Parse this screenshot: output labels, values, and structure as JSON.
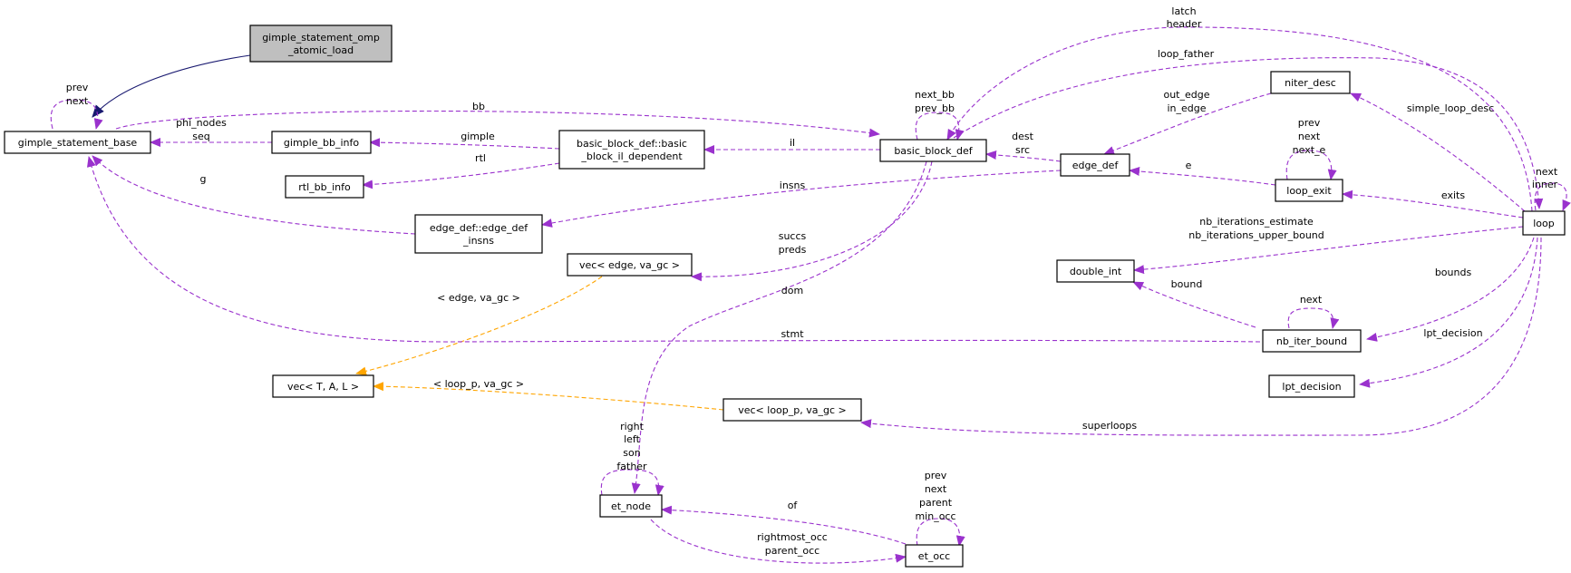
{
  "colors": {
    "usage": "#9a32cd",
    "template": "#ffa500",
    "inheritance": "#191970",
    "focus_fill": "#bfbfbf"
  },
  "nodes": [
    {
      "id": "focus",
      "lines": [
        "gimple_statement_omp",
        "_atomic_load"
      ],
      "focus": true
    },
    {
      "id": "gsb",
      "lines": [
        "gimple_statement_base"
      ]
    },
    {
      "id": "gbb",
      "lines": [
        "gimple_bb_info"
      ]
    },
    {
      "id": "rtlbb",
      "lines": [
        "rtl_bb_info"
      ]
    },
    {
      "id": "bbil",
      "lines": [
        "basic_block_def::basic",
        "_block_il_dependent"
      ]
    },
    {
      "id": "bbd",
      "lines": [
        "basic_block_def"
      ]
    },
    {
      "id": "edi",
      "lines": [
        "edge_def::edge_def",
        "_insns"
      ]
    },
    {
      "id": "vecedge",
      "lines": [
        "vec< edge, va_gc >"
      ]
    },
    {
      "id": "vectal",
      "lines": [
        "vec< T, A, L >"
      ]
    },
    {
      "id": "veclp",
      "lines": [
        "vec< loop_p, va_gc >"
      ]
    },
    {
      "id": "etnode",
      "lines": [
        "et_node"
      ]
    },
    {
      "id": "etocc",
      "lines": [
        "et_occ"
      ]
    },
    {
      "id": "edgedef",
      "lines": [
        "edge_def"
      ]
    },
    {
      "id": "niter",
      "lines": [
        "niter_desc"
      ]
    },
    {
      "id": "loopexit",
      "lines": [
        "loop_exit"
      ]
    },
    {
      "id": "dint",
      "lines": [
        "double_int"
      ]
    },
    {
      "id": "nbib",
      "lines": [
        "nb_iter_bound"
      ]
    },
    {
      "id": "lptd",
      "lines": [
        "lpt_decision"
      ]
    },
    {
      "id": "loop",
      "lines": [
        "loop"
      ]
    }
  ],
  "edges": [
    {
      "id": "inherit",
      "kind": "inheritance",
      "labels": []
    },
    {
      "id": "gsb-self",
      "kind": "usage",
      "labels": [
        "prev",
        "next"
      ]
    },
    {
      "id": "gbb-gsb",
      "kind": "usage",
      "labels": [
        "phi_nodes",
        "seq"
      ]
    },
    {
      "id": "gsb-bbd",
      "kind": "usage",
      "labels": [
        "bb"
      ]
    },
    {
      "id": "bbil-gbb",
      "kind": "usage",
      "labels": [
        "gimple"
      ]
    },
    {
      "id": "bbil-rtl",
      "kind": "usage",
      "labels": [
        "rtl"
      ]
    },
    {
      "id": "bbd-bbil",
      "kind": "usage",
      "labels": [
        "il"
      ]
    },
    {
      "id": "bbd-self",
      "kind": "usage",
      "labels": [
        "next_bb",
        "prev_bb"
      ]
    },
    {
      "id": "edi-gsb",
      "kind": "usage",
      "labels": [
        "g"
      ]
    },
    {
      "id": "edge-edi",
      "kind": "usage",
      "labels": [
        "insns"
      ]
    },
    {
      "id": "edge-bbd",
      "kind": "usage",
      "labels": [
        "dest",
        "src"
      ]
    },
    {
      "id": "bbd-vecedge",
      "kind": "usage",
      "labels": [
        "succs",
        "preds"
      ]
    },
    {
      "id": "vecedge-vectal",
      "kind": "template",
      "labels": [
        "< edge, va_gc >"
      ]
    },
    {
      "id": "veclp-vectal",
      "kind": "template",
      "labels": [
        "< loop_p, va_gc >"
      ]
    },
    {
      "id": "nbib-gsb",
      "kind": "usage",
      "labels": [
        "stmt"
      ]
    },
    {
      "id": "bbd-etnode",
      "kind": "usage",
      "labels": [
        "dom"
      ]
    },
    {
      "id": "etnode-self",
      "kind": "usage",
      "labels": [
        "right",
        "left",
        "son",
        "father"
      ]
    },
    {
      "id": "etocc-etnode",
      "kind": "usage",
      "labels": [
        "of"
      ]
    },
    {
      "id": "etnode-etocc",
      "kind": "usage",
      "labels": [
        "rightmost_occ",
        "parent_occ"
      ]
    },
    {
      "id": "etocc-self",
      "kind": "usage",
      "labels": [
        "prev",
        "next",
        "parent",
        "min_occ"
      ]
    },
    {
      "id": "niter-edge",
      "kind": "usage",
      "labels": [
        "out_edge",
        "in_edge"
      ]
    },
    {
      "id": "loopexit-edge",
      "kind": "usage",
      "labels": [
        "e"
      ]
    },
    {
      "id": "loopexit-self",
      "kind": "usage",
      "labels": [
        "prev",
        "next",
        "next_e"
      ]
    },
    {
      "id": "loop-bbd-lh",
      "kind": "usage",
      "labels": [
        "latch",
        "header"
      ]
    },
    {
      "id": "bbd-loop",
      "kind": "usage",
      "labels": [
        "loop_father"
      ]
    },
    {
      "id": "loop-niter",
      "kind": "usage",
      "labels": [
        "simple_loop_desc"
      ]
    },
    {
      "id": "loop-loopexit",
      "kind": "usage",
      "labels": [
        "exits"
      ]
    },
    {
      "id": "loop-dint",
      "kind": "usage",
      "labels": [
        "nb_iterations_estimate",
        "nb_iterations_upper_bound"
      ]
    },
    {
      "id": "nbib-dint",
      "kind": "usage",
      "labels": [
        "bound"
      ]
    },
    {
      "id": "nbib-self",
      "kind": "usage",
      "labels": [
        "next"
      ]
    },
    {
      "id": "loop-nbib",
      "kind": "usage",
      "labels": [
        "bounds"
      ]
    },
    {
      "id": "loop-lptd",
      "kind": "usage",
      "labels": [
        "lpt_decision"
      ]
    },
    {
      "id": "loop-veclp",
      "kind": "usage",
      "labels": [
        "superloops"
      ]
    },
    {
      "id": "loop-self",
      "kind": "usage",
      "labels": [
        "next",
        "inner"
      ]
    }
  ]
}
